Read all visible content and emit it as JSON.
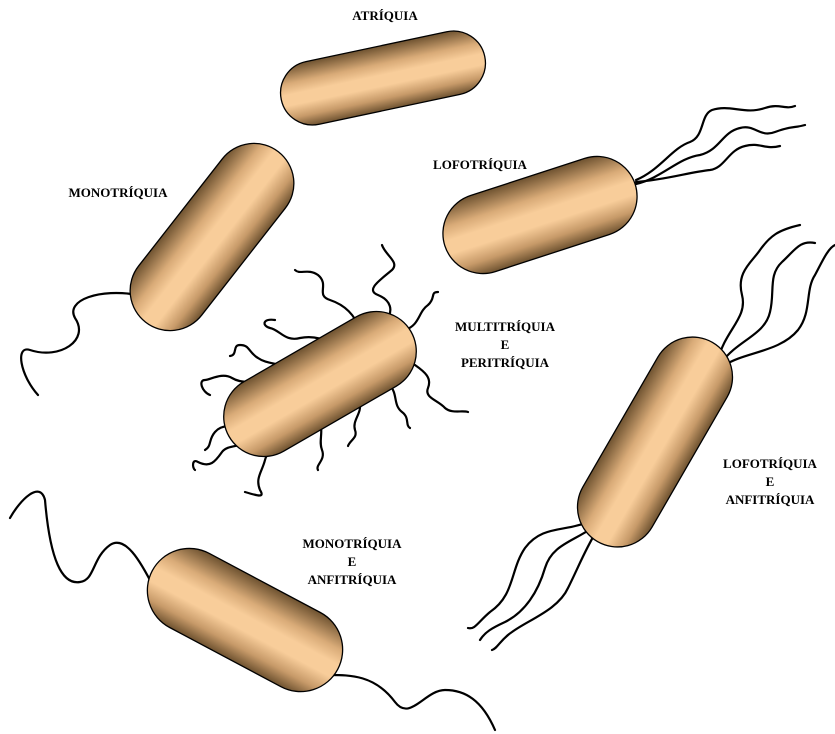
{
  "labels": {
    "atriquia": "ATRÍQUIA",
    "monotriquia": "MONOTRÍQUIA",
    "lofotriquia": "LOFOTRÍQUIA",
    "multitriquia": "MULTITRÍQUIA",
    "multitriquia_e": "E",
    "peritriquia": "PERITRÍQUIA",
    "lofotriquia2": "LOFOTRÍQUIA",
    "lofotriquia2_e": "E",
    "anfitriquia2": "ANFITRÍQUIA",
    "monotriquia2": "MONOTRÍQUIA",
    "monotriquia2_e": "E",
    "anfitriquia": "ANFITRÍQUIA"
  },
  "colors": {
    "body_light": "#f8cd9a",
    "body_dark": "#6e5230",
    "outline": "#000000",
    "flagellum": "#000000"
  }
}
